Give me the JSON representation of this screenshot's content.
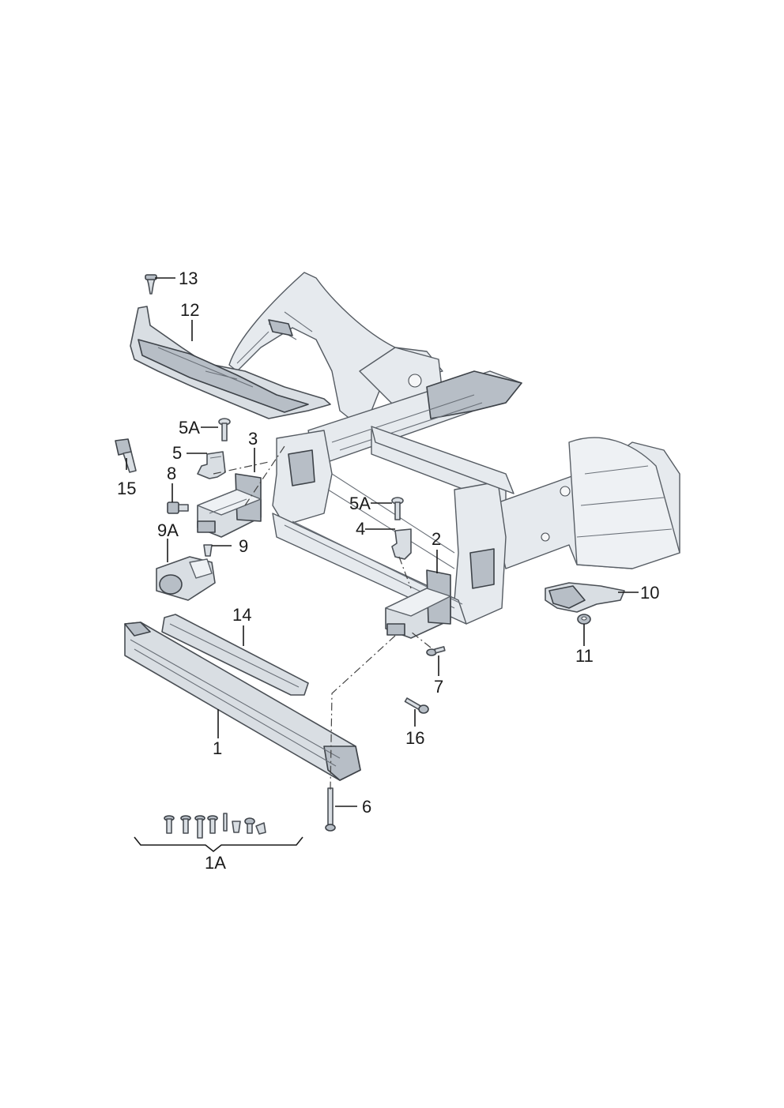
{
  "callouts": [
    {
      "id": "c1",
      "text": "1"
    },
    {
      "id": "c1A",
      "text": "1A"
    },
    {
      "id": "c2",
      "text": "2"
    },
    {
      "id": "c3",
      "text": "3"
    },
    {
      "id": "c4",
      "text": "4"
    },
    {
      "id": "c5",
      "text": "5"
    },
    {
      "id": "c5A_left",
      "text": "5A"
    },
    {
      "id": "c5A_right",
      "text": "5A"
    },
    {
      "id": "c6",
      "text": "6"
    },
    {
      "id": "c7",
      "text": "7"
    },
    {
      "id": "c8",
      "text": "8"
    },
    {
      "id": "c9",
      "text": "9"
    },
    {
      "id": "c9A",
      "text": "9A"
    },
    {
      "id": "c10",
      "text": "10"
    },
    {
      "id": "c11",
      "text": "11"
    },
    {
      "id": "c12",
      "text": "12"
    },
    {
      "id": "c13",
      "text": "13"
    },
    {
      "id": "c14",
      "text": "14"
    },
    {
      "id": "c15",
      "text": "15"
    },
    {
      "id": "c16",
      "text": "16"
    }
  ],
  "colors": {
    "part_fill": "#d9dee3",
    "part_dark": "#b7bec6",
    "outline": "#4a4f55",
    "label_text": "#1a1a1a",
    "background": "#ffffff"
  }
}
